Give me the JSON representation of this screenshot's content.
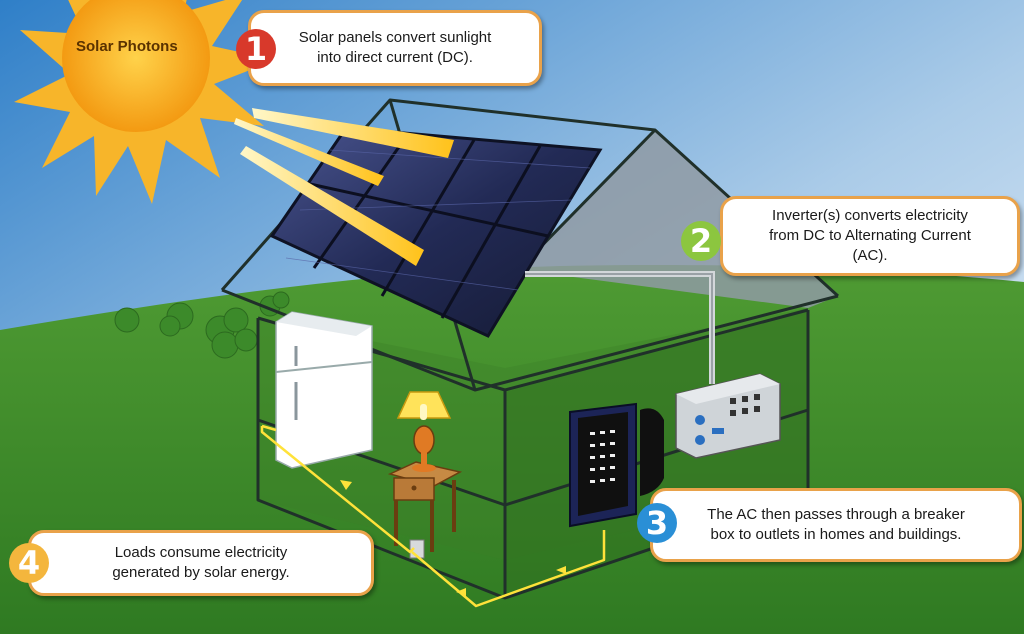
{
  "sun": {
    "label": "Solar Photons",
    "color": "#f6b820"
  },
  "steps": [
    {
      "number": "1",
      "color": "#d8392b",
      "text": "Solar panels convert sunlight into direct current (DC).",
      "lines": [
        "Solar panels convert sunlight",
        "into direct current (DC)."
      ]
    },
    {
      "number": "2",
      "color": "#8cc63f",
      "text": "Inverter(s) converts electricity from DC to Alternating Current (AC).",
      "lines": [
        "Inverter(s) converts electricity",
        "from DC to Alternating Current",
        "(AC)."
      ]
    },
    {
      "number": "3",
      "color": "#2a8fd6",
      "text": "The AC then passes through a breaker box to outlets in homes and buildings.",
      "lines": [
        "The AC then passes through a breaker",
        "box to outlets in homes and buildings."
      ]
    },
    {
      "number": "4",
      "color": "#f4b63d",
      "text": "Loads consume electricity generated by solar energy.",
      "lines": [
        "Loads consume electricity",
        "generated by solar energy."
      ]
    }
  ],
  "colors": {
    "sky_top": "#2e78c4",
    "sky_bottom": "#e8f1fa",
    "grass": "#3f8f2a",
    "panel": "#1c2340",
    "wire": "#cfd3d6",
    "current": "#ffe23a"
  }
}
